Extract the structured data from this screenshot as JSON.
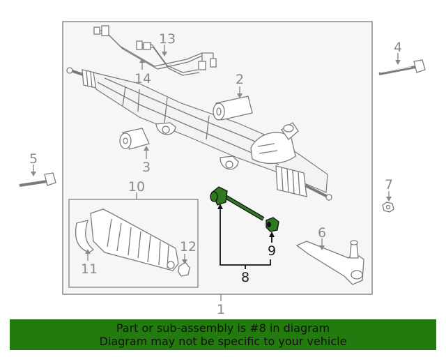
{
  "diagram": {
    "highlighted_part": "8",
    "highlight_color": "#2f7a1f",
    "callouts": {
      "c1": "1",
      "c2": "2",
      "c3": "3",
      "c4": "4",
      "c5": "5",
      "c6": "6",
      "c7": "7",
      "c8": "8",
      "c9": "9",
      "c10": "10",
      "c11": "11",
      "c12": "12",
      "c13": "13",
      "c14": "14"
    }
  },
  "banner": {
    "line1": "Part or sub-assembly is #8 in diagram",
    "line2": "Diagram may not be specific to your vehicle",
    "color": "#237a0f"
  }
}
